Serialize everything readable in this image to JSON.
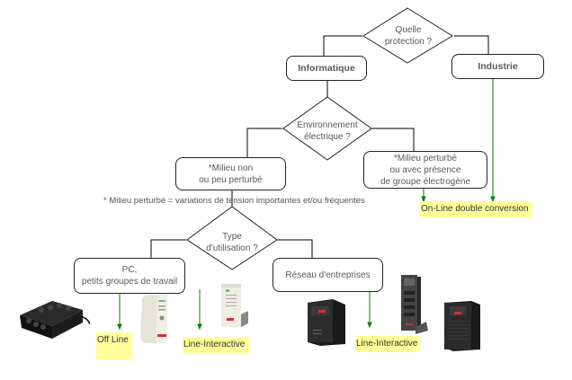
{
  "diagram": {
    "decisions": {
      "protection": "Quelle\nprotection ?",
      "environment": "Environnement\nélectrique ?",
      "usage": "Type\nd'utilisation ?"
    },
    "boxes": {
      "informatique": "Informatique",
      "industrie": "Industrie",
      "milieu_non": "*Milieu non\nou peu perturbé",
      "milieu_perturbe": "*Milieu perturbé\nou avec présence\nde groupe électrogène",
      "pc": "PC,\npetits groupes de travail",
      "reseau": "Réseau d'entreprises"
    },
    "footnote": "* Milieu perturbé = variations de tension importantes et/ou fréquentes",
    "results": {
      "online": "On-Line double conversion",
      "offline": "Off Line",
      "line_interactive_1": "Line-Interactive",
      "line_interactive_2": "Line-Interactive"
    },
    "devices": [
      "power-strip-ups-icon",
      "desktop-ups-icon",
      "tower-ups-icon",
      "rack-ups-icon",
      "slim-tower-ups-icon",
      "large-tower-ups-icon"
    ],
    "colors": {
      "connector": "#000000",
      "result_arrow": "#008000",
      "result_highlight": "#ffff99"
    }
  }
}
